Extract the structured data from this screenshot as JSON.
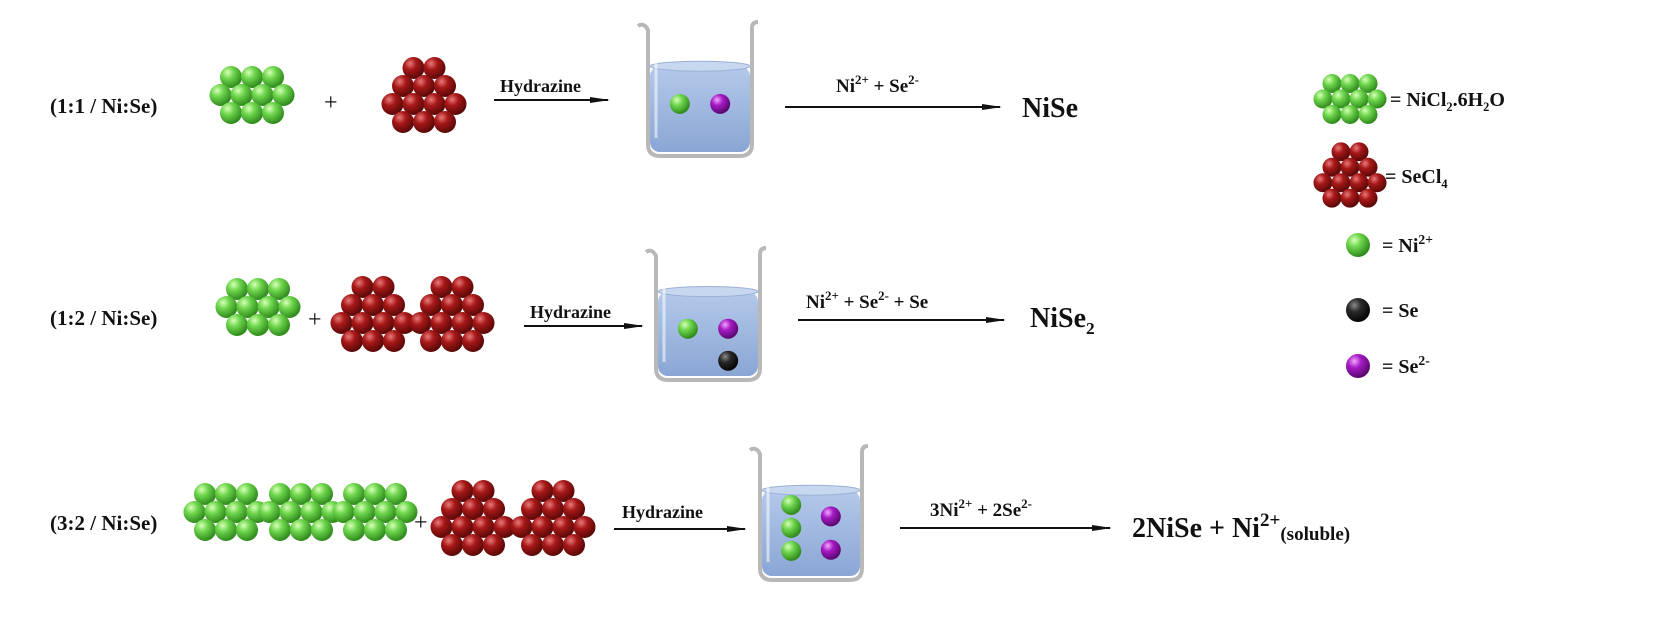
{
  "colors": {
    "green": "#5fd046",
    "red": "#b01e1e",
    "black": "#1a1a1a",
    "purple": "#a619c4",
    "water": "#9fb9df",
    "glass": "#c9c9c9"
  },
  "rows": [
    {
      "ratio": "(1:1 / Ni:Se)",
      "green_clusters": 1,
      "red_clusters": 1,
      "plus": "+",
      "reagent": "Hydrazine",
      "beaker_ions": [
        "green",
        "purple"
      ],
      "arrow_label": {
        "a": "Ni",
        "a_sup": "2+",
        "b": " + Se",
        "b_sup": "2-",
        "c": "",
        "c_sup": "",
        "d": ""
      },
      "product": {
        "main": "NiSe",
        "sub": "",
        "tail": "",
        "tail_sup": "",
        "tail_small": ""
      }
    },
    {
      "ratio": "(1:2 / Ni:Se)",
      "green_clusters": 1,
      "red_clusters": 2,
      "plus": "+",
      "reagent": "Hydrazine",
      "beaker_ions": [
        "green",
        "purple",
        "black"
      ],
      "arrow_label": {
        "a": "Ni",
        "a_sup": "2+",
        "b": " + Se",
        "b_sup": "2-",
        "c": " + Se",
        "c_sup": "",
        "d": ""
      },
      "product": {
        "main": "NiSe",
        "sub": "2",
        "tail": "",
        "tail_sup": "",
        "tail_small": ""
      }
    },
    {
      "ratio": "(3:2 / Ni:Se)",
      "green_clusters": 3,
      "red_clusters": 2,
      "plus": "+",
      "reagent": "Hydrazine",
      "beaker_ions": [
        "green",
        "green",
        "green",
        "purple",
        "purple"
      ],
      "arrow_label": {
        "a": "3Ni",
        "a_sup": "2+",
        "b": " + 2Se",
        "b_sup": "2-",
        "c": "",
        "c_sup": "",
        "d": ""
      },
      "product": {
        "main": "2NiSe + Ni",
        "sub": "",
        "tail": "",
        "tail_sup": "2+",
        "tail_small": "(soluble)"
      }
    }
  ],
  "legend": [
    {
      "icon": "nickel-chloride-cluster",
      "color": "green",
      "label": {
        "t1": "= NiCl",
        "s1": "2",
        "t2": ".6H",
        "s2": "2",
        "t3": "O",
        "sup": ""
      }
    },
    {
      "icon": "selenium-chloride-cluster",
      "color": "red",
      "label": {
        "t1": "= SeCl",
        "s1": "4",
        "t2": "",
        "s2": "",
        "t3": "",
        "sup": ""
      }
    },
    {
      "icon": "nickel-ion-sphere",
      "color": "green",
      "label": {
        "t1": "= Ni",
        "s1": "",
        "t2": "",
        "s2": "",
        "t3": "",
        "sup": "2+"
      }
    },
    {
      "icon": "selenium-atom-sphere",
      "color": "black",
      "label": {
        "t1": "= Se",
        "s1": "",
        "t2": "",
        "s2": "",
        "t3": "",
        "sup": ""
      }
    },
    {
      "icon": "selenide-ion-sphere",
      "color": "purple",
      "label": {
        "t1": "= Se",
        "s1": "",
        "t2": "",
        "s2": "",
        "t3": "",
        "sup": "2-"
      }
    }
  ]
}
